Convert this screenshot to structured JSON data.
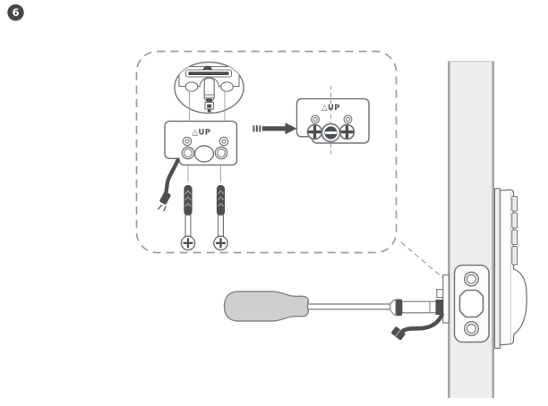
{
  "step": {
    "number": "6"
  },
  "labels": {
    "plate_exploded_up": "△UP",
    "plate_installed_up": "△UP"
  },
  "colors": {
    "line": "#75787b",
    "dark": "#4d5053",
    "handle": "#cdcfd1",
    "door_fill": "#ededee",
    "door_edge": "#a4a6a8",
    "dashed": "#9aa0a3",
    "badge": "#45484b",
    "thin_line": "#9b9ea0",
    "button_fill": "#ececec",
    "plate_fill": "#f2f2f3",
    "faceplate_fill": "#fbfbfb"
  },
  "parts": [
    "step-number-badge",
    "detail-callout-box",
    "interior-assembly-detail",
    "mounting-plate",
    "up-orientation-label",
    "cable-connector",
    "mounting-screws",
    "result-arrow",
    "installed-mounting-plate",
    "phillips-screws",
    "slotted-center-screw",
    "door-edge",
    "latch-faceplate",
    "latch-bolt-assembly",
    "screwdriver",
    "exterior-lock-side-view",
    "keypad-buttons"
  ]
}
